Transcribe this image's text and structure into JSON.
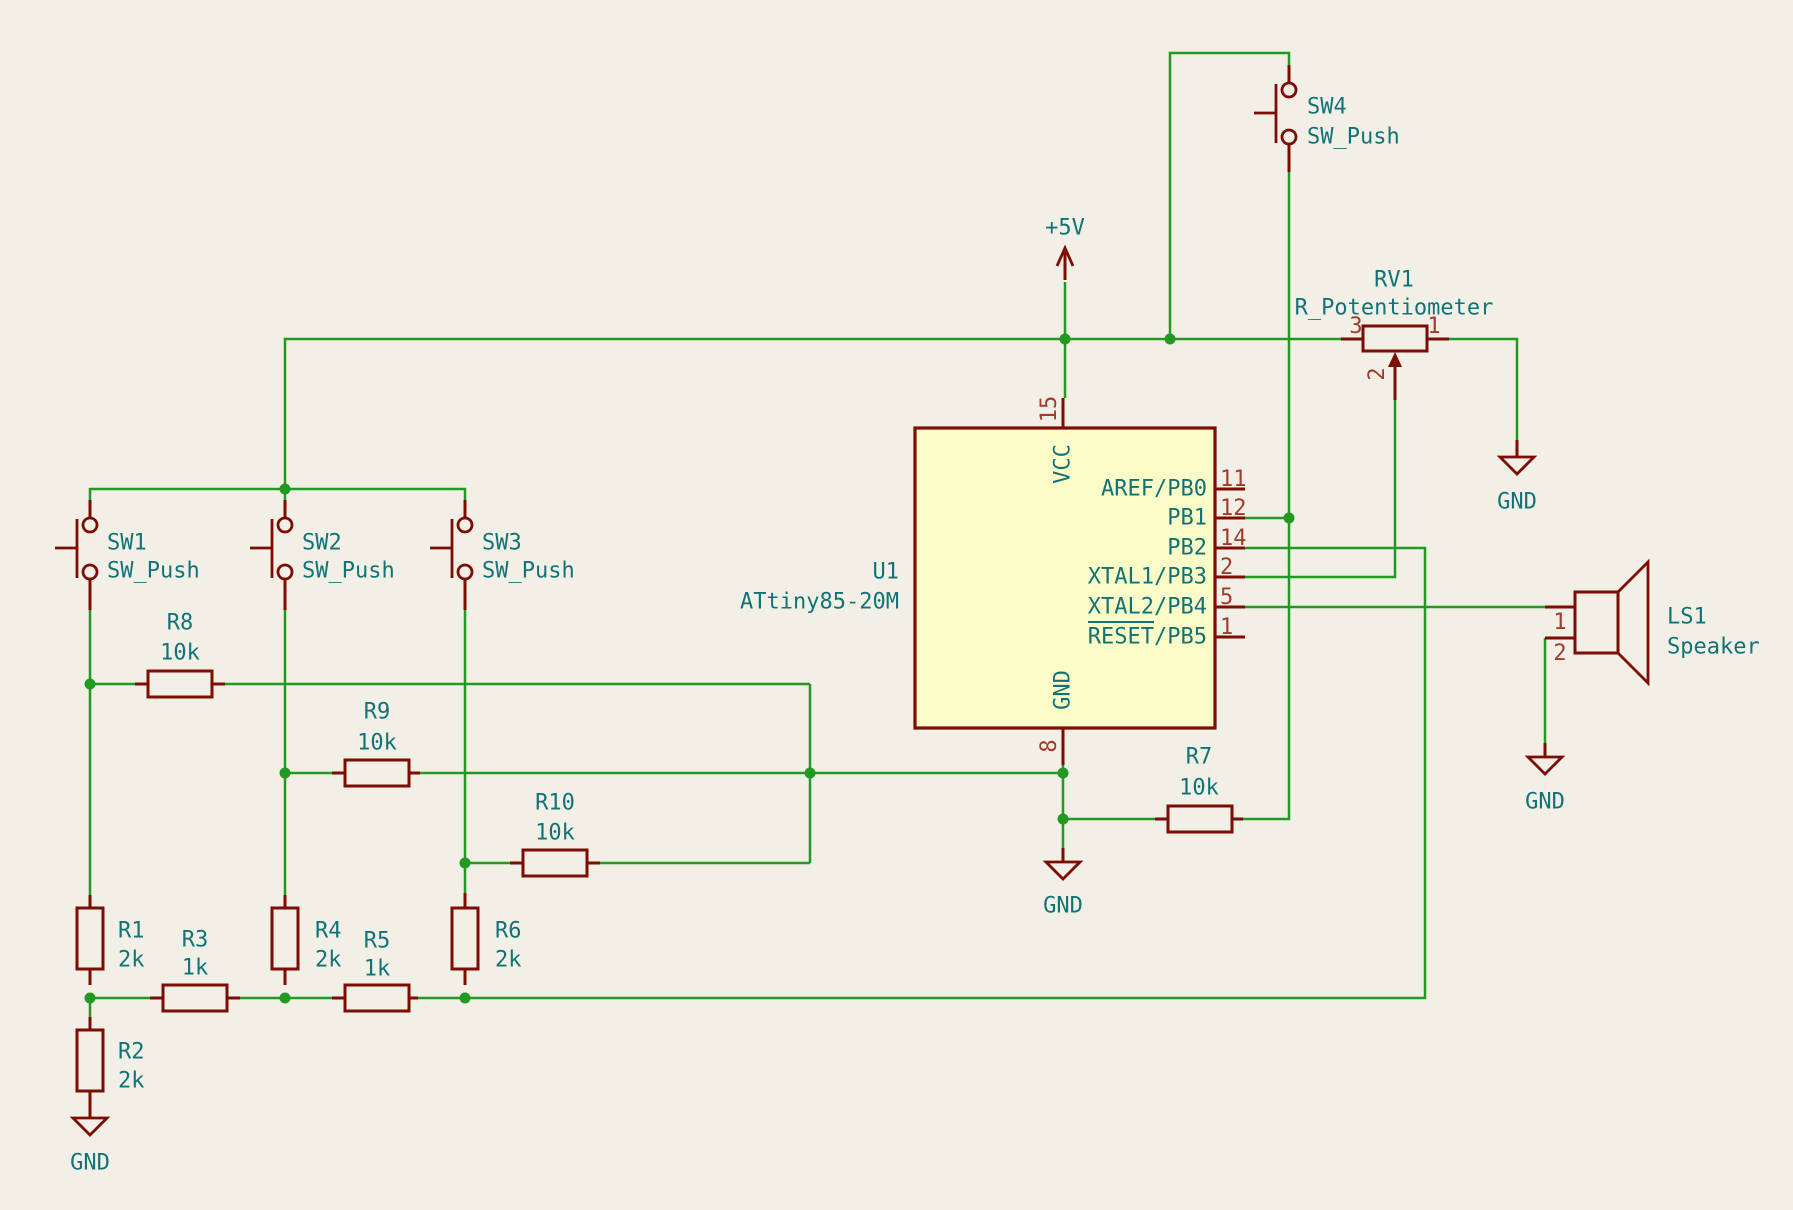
{
  "colors": {
    "background": "#F2F0E6",
    "wire_green": "#229922",
    "component_outline": "#7D0D04",
    "pin_number_red": "#A23B2D",
    "label_teal": "#117277",
    "ic_fill": "#FBFBC8"
  },
  "power": {
    "plus5v": "+5V",
    "gnd": "GND"
  },
  "components": {
    "u1": {
      "ref": "U1",
      "value": "ATtiny85-20M",
      "top_pin": {
        "num": "15",
        "name": "VCC"
      },
      "bottom_pin": {
        "num": "8",
        "name": "GND"
      },
      "right_pins": [
        {
          "num": "11",
          "name": "AREF/PB0"
        },
        {
          "num": "12",
          "name": "PB1"
        },
        {
          "num": "14",
          "name": "PB2"
        },
        {
          "num": "2",
          "name": "XTAL1/PB3"
        },
        {
          "num": "5",
          "name": "XTAL2/PB4"
        },
        {
          "num": "1",
          "name": "RESET/PB5"
        }
      ]
    },
    "sw1": {
      "ref": "SW1",
      "value": "SW_Push"
    },
    "sw2": {
      "ref": "SW2",
      "value": "SW_Push"
    },
    "sw3": {
      "ref": "SW3",
      "value": "SW_Push"
    },
    "sw4": {
      "ref": "SW4",
      "value": "SW_Push"
    },
    "r1": {
      "ref": "R1",
      "value": "2k"
    },
    "r2": {
      "ref": "R2",
      "value": "2k"
    },
    "r3": {
      "ref": "R3",
      "value": "1k"
    },
    "r4": {
      "ref": "R4",
      "value": "2k"
    },
    "r5": {
      "ref": "R5",
      "value": "1k"
    },
    "r6": {
      "ref": "R6",
      "value": "2k"
    },
    "r7": {
      "ref": "R7",
      "value": "10k"
    },
    "r8": {
      "ref": "R8",
      "value": "10k"
    },
    "r9": {
      "ref": "R9",
      "value": "10k"
    },
    "r10": {
      "ref": "R10",
      "value": "10k"
    },
    "rv1": {
      "ref": "RV1",
      "value": "R_Potentiometer",
      "pins": [
        "3",
        "1",
        "2"
      ]
    },
    "ls1": {
      "ref": "LS1",
      "value": "Speaker",
      "pins": [
        "1",
        "2"
      ]
    }
  }
}
